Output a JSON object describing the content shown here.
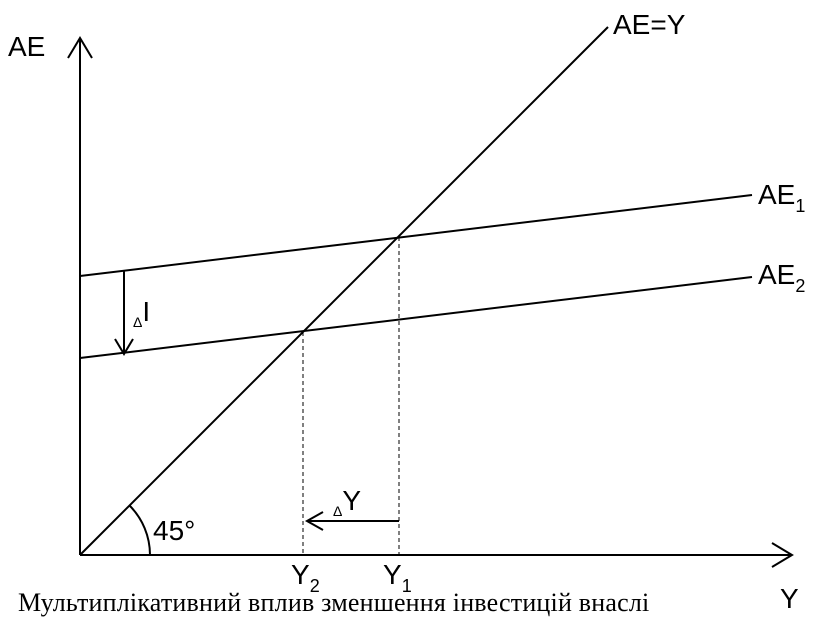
{
  "axes": {
    "y_label": "AE",
    "x_label": "Y"
  },
  "lines": {
    "diagonal_label": "AE=Y",
    "ae1_label": "AE",
    "ae1_sub": "1",
    "ae2_label": "AE",
    "ae2_sub": "2"
  },
  "markers": {
    "delta_i_prefix": "Δ",
    "delta_i_label": "I",
    "delta_y_prefix": "Δ",
    "delta_y_label": "Y",
    "angle_label": "45°",
    "y2_label": "Y",
    "y2_sub": "2",
    "y1_label": "Y",
    "y1_sub": "1"
  },
  "caption": "Мультиплікативний вплив зменшення інвестицій внаслі"
}
